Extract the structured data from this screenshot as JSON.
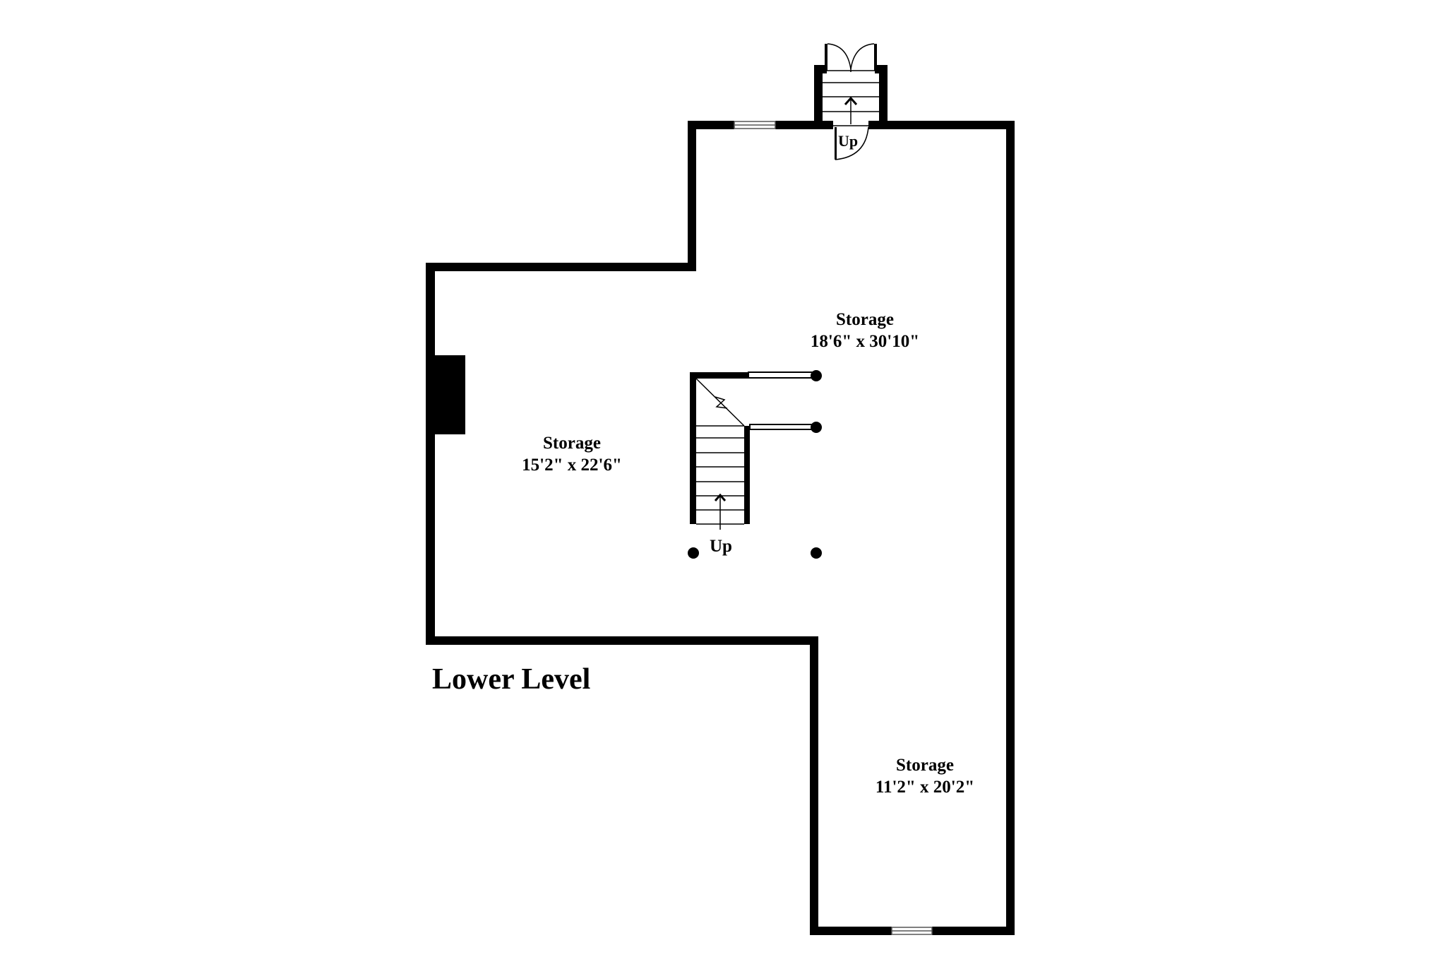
{
  "floor_plan": {
    "level_title": "Lower Level",
    "colors": {
      "wall": "#000000",
      "background": "#ffffff"
    },
    "rooms": [
      {
        "name": "Storage",
        "dimensions": "15'2\" x 22'6\""
      },
      {
        "name": "Storage",
        "dimensions": "18'6\" x 30'10\""
      },
      {
        "name": "Storage",
        "dimensions": "11'2\" x 20'2\""
      }
    ],
    "stairs": [
      {
        "label": "Up",
        "location": "entry-exterior-stair"
      },
      {
        "label": "Up",
        "location": "interior-stair"
      }
    ],
    "fixtures": {
      "fireplace": "fireplace-block",
      "windows": 2,
      "columns": 4
    }
  }
}
